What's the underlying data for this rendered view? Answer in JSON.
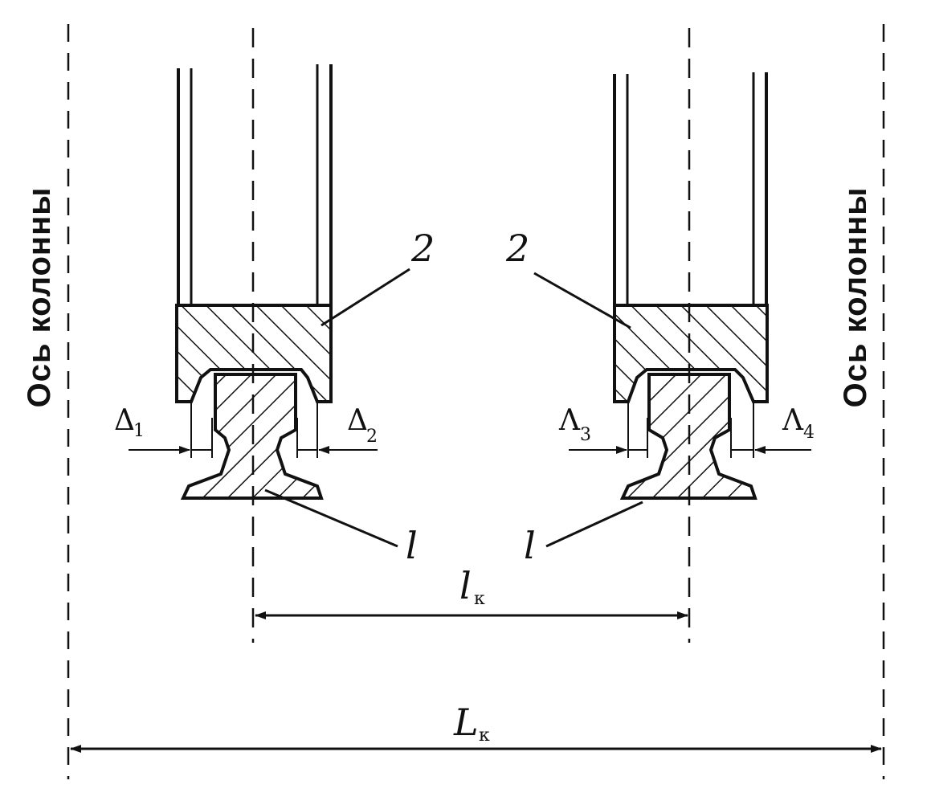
{
  "labels": {
    "column_axis_left": "Ось колонны",
    "column_axis_right": "Ось колонны",
    "wheel_left": "2",
    "wheel_right": "2",
    "rail_left": "l",
    "rail_right": "l",
    "track_span_main": "l",
    "track_span_sub": "к",
    "building_span_main": "L",
    "building_span_sub": "к",
    "delta1_main": "Δ",
    "delta1_sub": "1",
    "delta2_main": "Δ",
    "delta2_sub": "2",
    "delta3_main": "Λ",
    "delta3_sub": "3",
    "delta4_main": "Λ",
    "delta4_sub": "4"
  }
}
